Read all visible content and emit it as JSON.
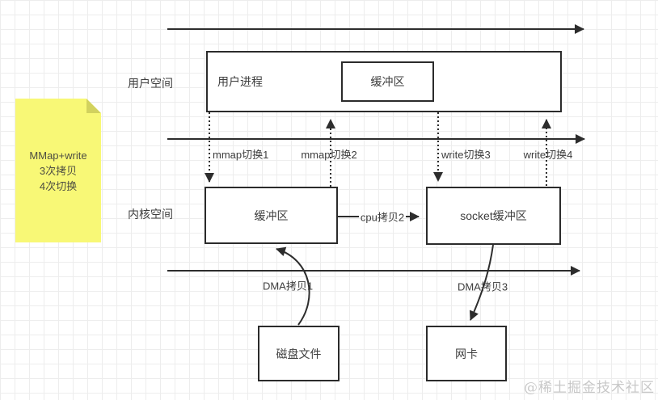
{
  "sticky_note": {
    "lines": [
      "MMap+write",
      "3次拷贝",
      "4次切换"
    ]
  },
  "regions": {
    "user_space": "用户空间",
    "kernel_space": "内核空间"
  },
  "boxes": {
    "user_process": "用户进程",
    "user_buffer": "缓冲区",
    "kernel_buffer": "缓冲区",
    "socket_buffer": "socket缓冲区",
    "disk_file": "磁盘文件",
    "nic": "网卡"
  },
  "edges": {
    "mmap_switch1": "mmap切换1",
    "mmap_switch2": "mmap切换2",
    "write_switch3": "write切换3",
    "write_switch4": "write切换4",
    "cpu_copy2": "cpu拷贝2",
    "dma_copy1": "DMA拷贝1",
    "dma_copy3": "DMA拷贝3"
  },
  "watermark": "@稀土掘金技术社区",
  "colors": {
    "stroke": "#2d2d2d",
    "note_bg": "#f8f876",
    "note_fold": "#d2d25e",
    "grid": "#ededed",
    "watermark": "#c8c8c8"
  }
}
